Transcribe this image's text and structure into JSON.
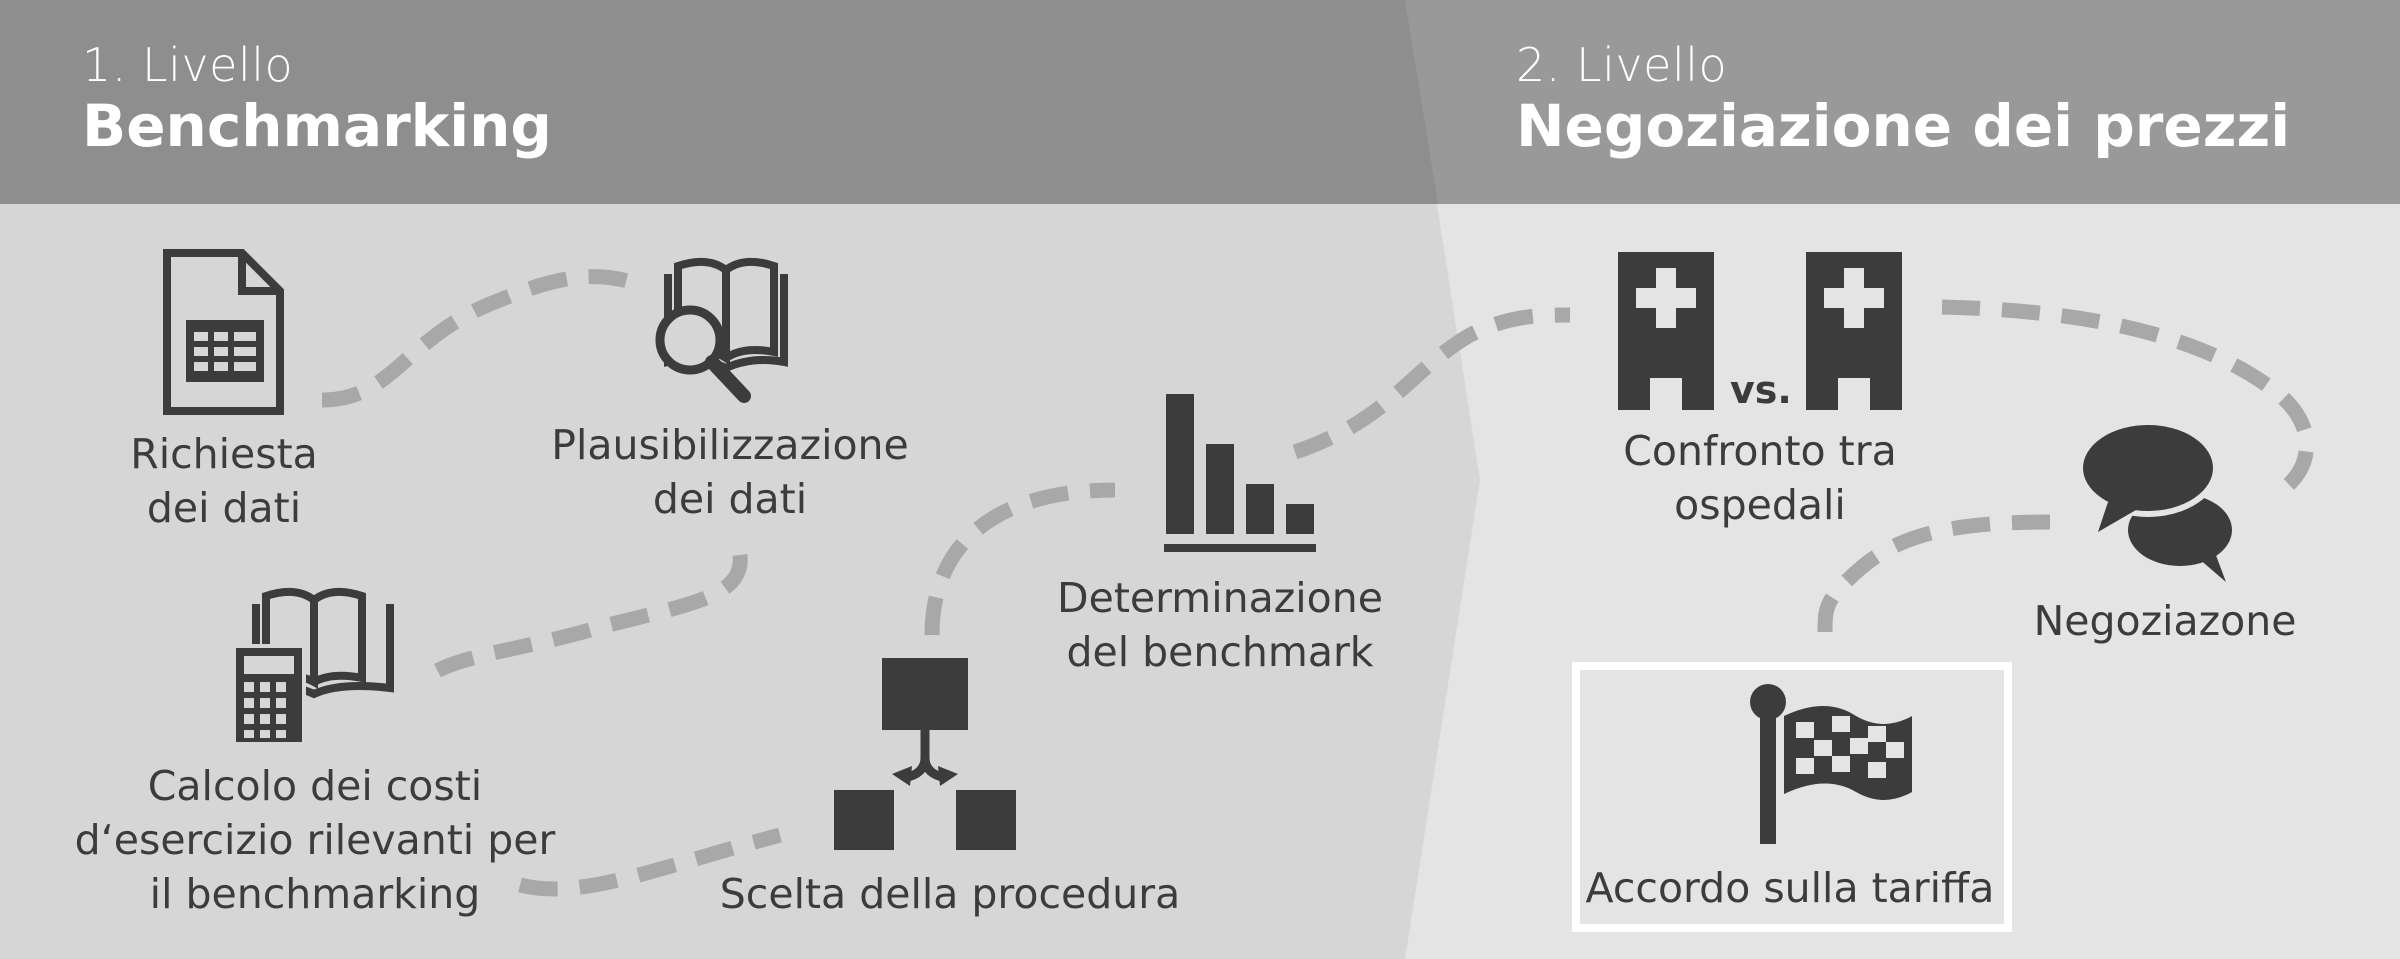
{
  "colors": {
    "header_left": "#8e8e8e",
    "header_right": "#999999",
    "panel_left": "#d6d6d6",
    "panel_right": "#e4e4e4",
    "icon": "#3c3c3c",
    "path": "#a8a8a8",
    "text_light": "#ffffff"
  },
  "level1": {
    "number": "1. Livello",
    "title": "Benchmarking"
  },
  "level2": {
    "number": "2. Livello",
    "title": "Negoziazione dei prezzi"
  },
  "steps": {
    "richiesta": {
      "line1": "Richiesta",
      "line2": "dei dati",
      "icon": "spreadsheet-document-icon"
    },
    "plausibilizzazione": {
      "line1": "Plausibilizzazione",
      "line2": "dei dati",
      "icon": "book-magnifier-icon"
    },
    "calcolo": {
      "line1": "Calcolo dei costi",
      "line2": "d‘esercizio rilevanti per",
      "line3": "il benchmarking",
      "icon": "calculator-book-icon"
    },
    "scelta": {
      "line1": "Scelta della procedura",
      "icon": "flowchart-icon"
    },
    "determinazione": {
      "line1": "Determinazione",
      "line2": "del benchmark",
      "icon": "bar-chart-icon"
    },
    "confronto": {
      "line1": "Confronto tra",
      "line2": "ospedali",
      "vs": "vs.",
      "icon": "hospital-icon"
    },
    "negoziazione": {
      "line1": "Negoziazone",
      "icon": "speech-bubbles-icon"
    },
    "accordo": {
      "line1": "Accordo sulla tariffa",
      "icon": "checkered-flag-icon"
    }
  }
}
